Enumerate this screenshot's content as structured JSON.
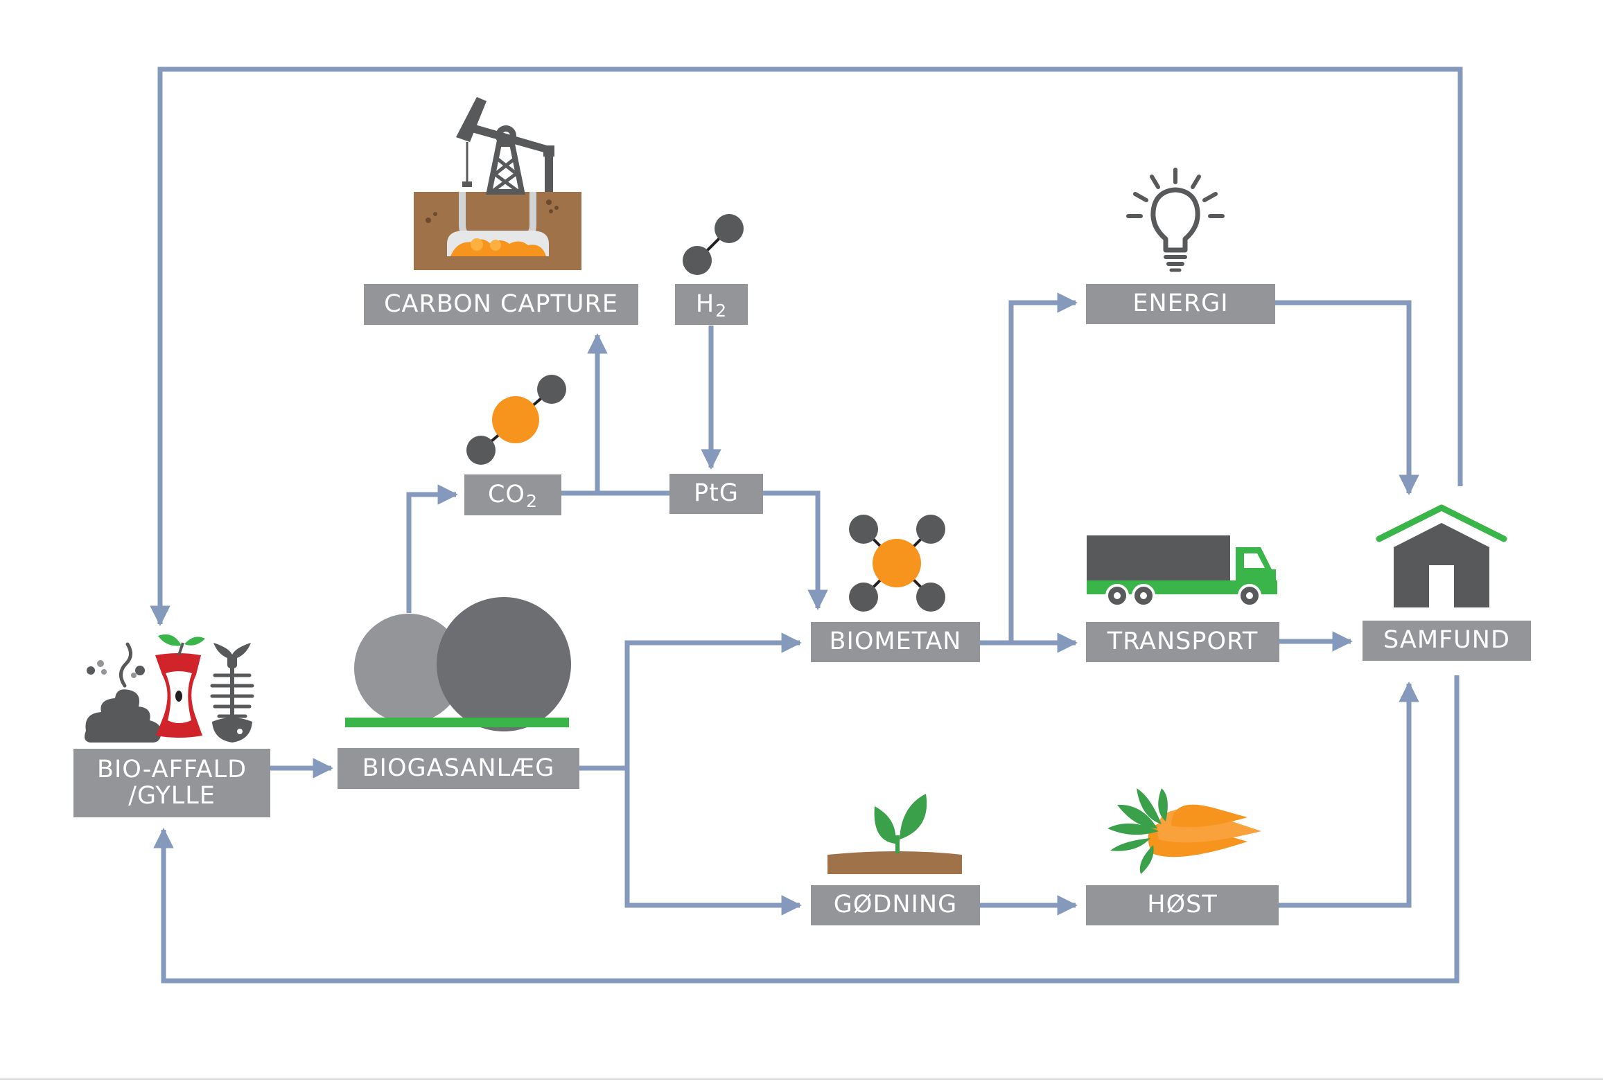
{
  "nodes": {
    "carbon_capture": "CARBON CAPTURE",
    "h2": {
      "base": "H",
      "sub": "2"
    },
    "co2": {
      "base": "CO",
      "sub": "2"
    },
    "ptg": "PtG",
    "energi": "ENERGI",
    "biometan": "BIOMETAN",
    "transport": "TRANSPORT",
    "samfund": "SAMFUND",
    "bio_affald": {
      "line1": "BIO-AFFALD",
      "line2": "/GYLLE"
    },
    "biogasanlaeg": "BIOGASANLÆG",
    "godning": "GØDNING",
    "host": "HØST"
  },
  "colors": {
    "box": "#939598",
    "arrow": "#8499bb",
    "dark_gray": "#58595b",
    "mid_gray": "#6d6e71",
    "light_gray": "#939598",
    "orange": "#f7941d",
    "green": "#39b54a",
    "leaf_green": "#3aa14a",
    "soil": "#a0724a",
    "ground": "#8b5e3c"
  },
  "icons": [
    "oil-pump-icon",
    "h2-molecule-icon",
    "co2-molecule-icon",
    "methane-molecule-icon",
    "lightbulb-icon",
    "truck-icon",
    "house-icon",
    "biowaste-icon",
    "biogas-tanks-icon",
    "sprout-icon",
    "carrot-icon"
  ]
}
